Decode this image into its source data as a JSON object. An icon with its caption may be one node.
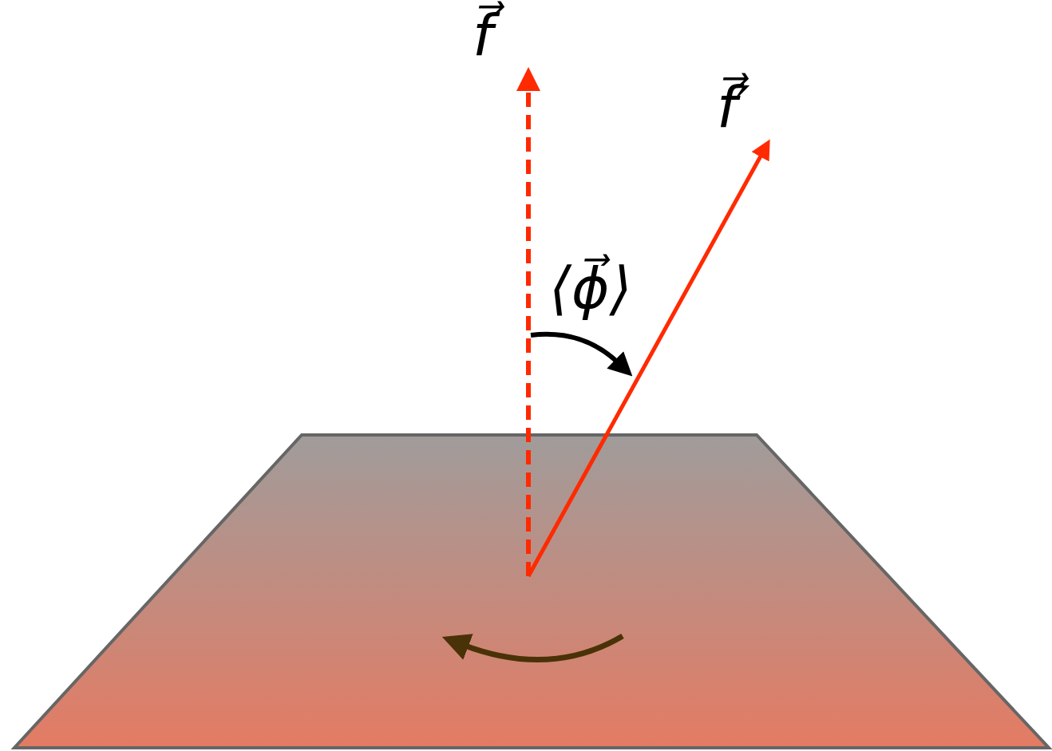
{
  "diagram": {
    "labels": [
      "f⃗",
      "f⃗′",
      "⟨ϕ⃗⟩"
    ]
  }
}
